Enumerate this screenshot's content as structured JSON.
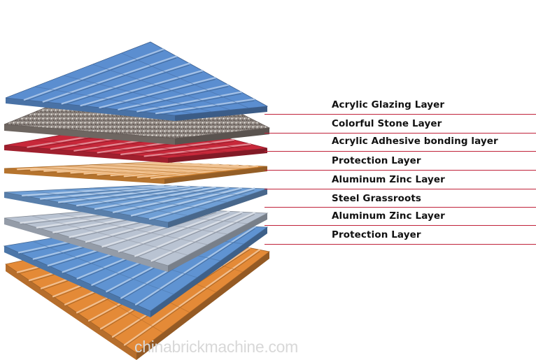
{
  "layers": [
    {
      "label": "Acrylic Glazing Layer",
      "color": "#5b8ed0",
      "icon": "corrugated-sheet-icon"
    },
    {
      "label": "Colorful Stone Layer",
      "color": "#8a7f79",
      "icon": "stone-granule-icon"
    },
    {
      "label": "Acrylic Adhesive bonding layer",
      "color": "#c8283a",
      "icon": "corrugated-sheet-icon"
    },
    {
      "label": "Protection Layer",
      "color": "#e4913a",
      "icon": "corrugated-sheet-icon"
    },
    {
      "label": "Aluminum Zinc Layer",
      "color": "#6f9fd6",
      "icon": "corrugated-sheet-icon"
    },
    {
      "label": "Steel Grassroots",
      "color": "#b9c3d2",
      "icon": "corrugated-sheet-icon"
    },
    {
      "label": "Aluminum Zinc Layer",
      "color": "#5f93d2",
      "icon": "corrugated-sheet-icon"
    },
    {
      "label": "Protection Layer",
      "color": "#e48a37",
      "icon": "corrugated-sheet-icon"
    }
  ],
  "leader_color": "#c0223a",
  "watermark": "chinabrickmachine.com"
}
